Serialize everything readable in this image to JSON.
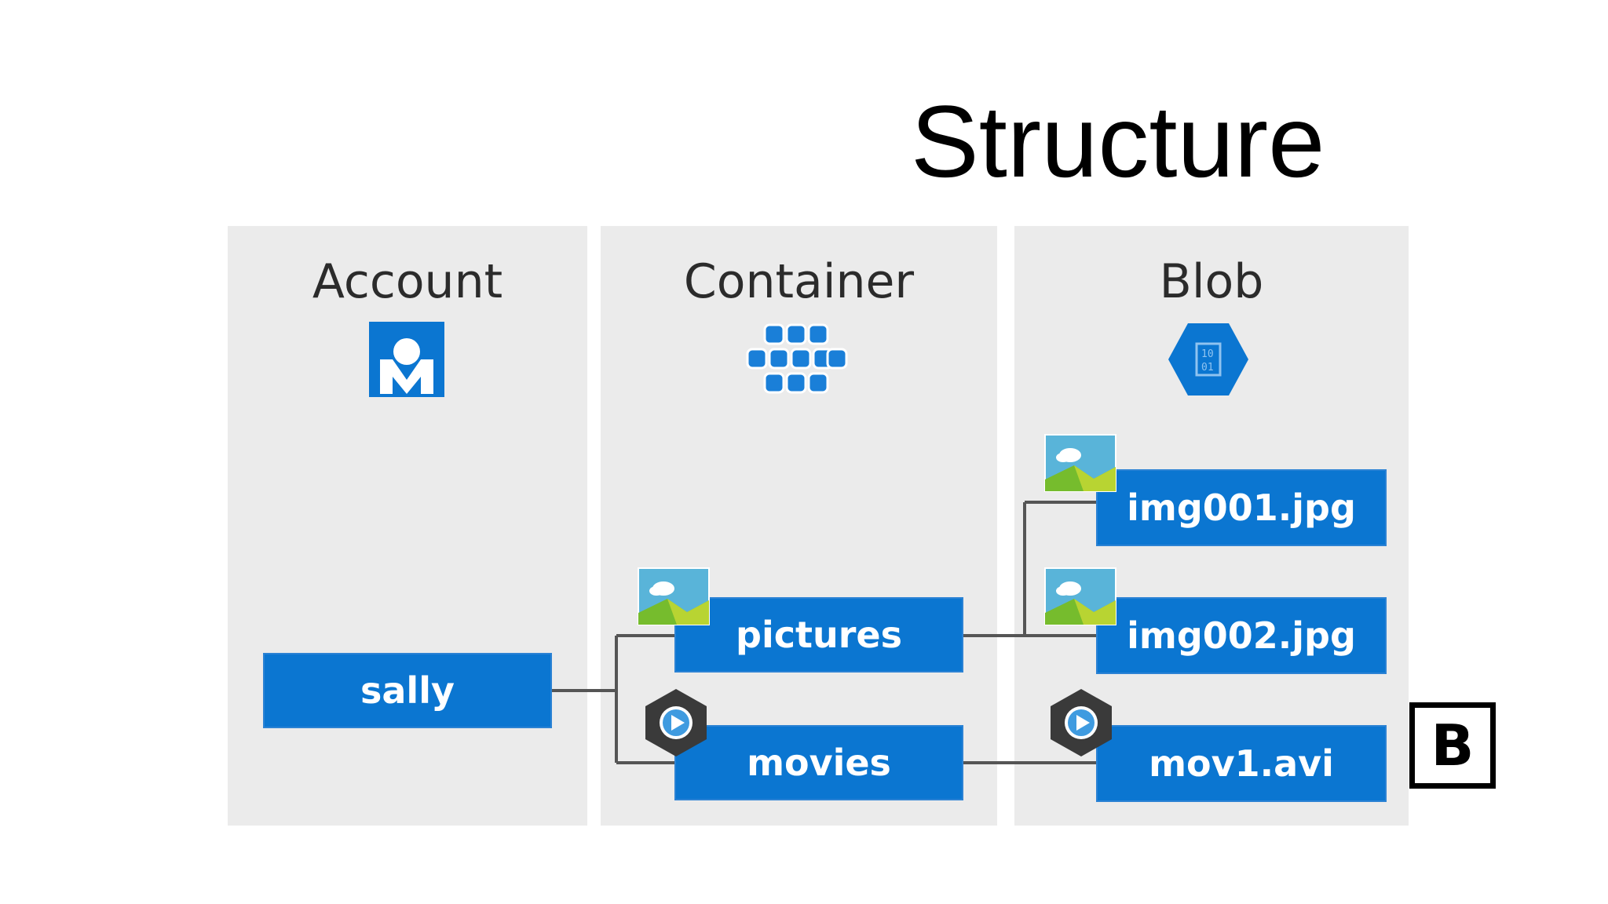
{
  "title": "Structure",
  "columns": {
    "account": {
      "heading": "Account",
      "icon": "storage-account-icon"
    },
    "container": {
      "heading": "Container",
      "icon": "container-icon"
    },
    "blob": {
      "heading": "Blob",
      "icon": "blob-icon"
    }
  },
  "nodes": {
    "account": {
      "label": "sally"
    },
    "containers": [
      {
        "label": "pictures",
        "icon": "image-icon"
      },
      {
        "label": "movies",
        "icon": "video-icon"
      }
    ],
    "blobs": [
      {
        "label": "img001.jpg",
        "icon": "image-icon"
      },
      {
        "label": "img002.jpg",
        "icon": "image-icon"
      },
      {
        "label": "mov1.avi",
        "icon": "video-icon"
      }
    ]
  },
  "colors": {
    "box_fill": "#0b76d1",
    "column_bg": "#ebebeb",
    "connector": "#555555"
  },
  "logo": {
    "letter": "B",
    "icon": "brand-b-logo"
  }
}
